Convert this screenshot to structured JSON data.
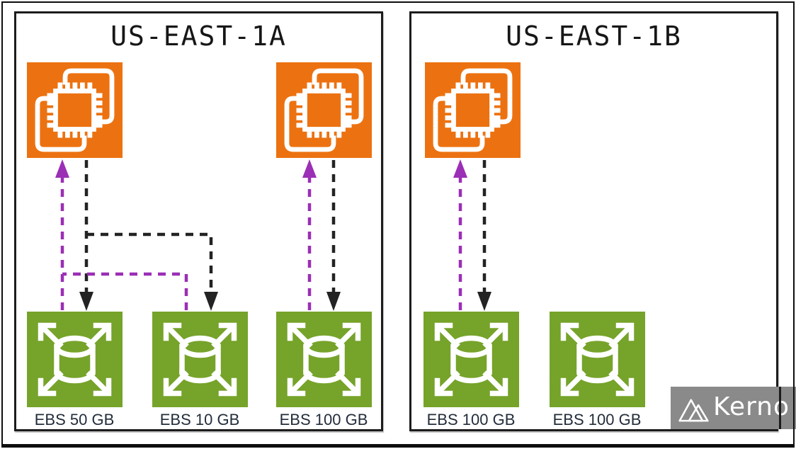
{
  "diagram": {
    "zones": [
      {
        "title": "US-EAST-1A",
        "instances": [
          {
            "icon": "ec2-chip-icon"
          },
          {
            "icon": "ec2-chip-icon"
          }
        ],
        "volumes": [
          {
            "label": "EBS 50 GB"
          },
          {
            "label": "EBS 10 GB"
          },
          {
            "label": "EBS 100 GB"
          }
        ]
      },
      {
        "title": "US-EAST-1B",
        "instances": [
          {
            "icon": "ec2-chip-icon"
          }
        ],
        "volumes": [
          {
            "label": "EBS 100 GB"
          },
          {
            "label": "EBS 100 GB"
          }
        ]
      }
    ],
    "colors": {
      "ec2_orange": "#EC7211",
      "ebs_green": "#76A32A",
      "arrow_purple": "#9B2FB5",
      "arrow_black": "#232323",
      "frame_black": "#0e0e0e",
      "logo_gray": "#8a8a8a"
    },
    "icons": {
      "instance": "ec2-chip-icon",
      "volume": "ebs-expand-cylinder-icon",
      "logo": "kerno-triangles-icon"
    }
  },
  "branding": {
    "logo_text": "Kerno"
  }
}
